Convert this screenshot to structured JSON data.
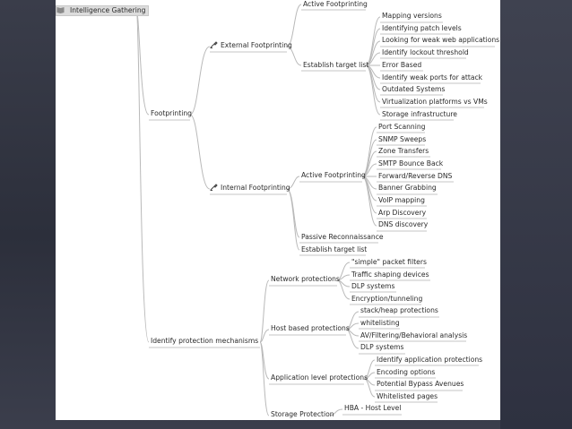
{
  "mindmap": {
    "root": "Intelligence Gathering",
    "footprinting": {
      "label": "Footprinting",
      "external": {
        "label": "External Footprinting",
        "active": "Active Footprinting",
        "establish": "Establish target list",
        "items": [
          "Mapping versions",
          "Identifying patch levels",
          "Looking for weak web applications",
          "Identify lockout threshold",
          "Error Based",
          "Identify weak ports for attack",
          "Outdated Systems",
          "Virtualization platforms vs VMs",
          "Storage infrastructure"
        ]
      },
      "internal": {
        "label": "Internal Footprinting",
        "active": "Active Footprinting",
        "items": [
          "Port Scanning",
          "SNMP Sweeps",
          "Zone Transfers",
          "SMTP Bounce Back",
          "Forward/Reverse DNS",
          "Banner Grabbing",
          "VoIP mapping",
          "Arp Discovery",
          "DNS discovery"
        ],
        "passive": "Passive Reconnaissance",
        "establish": "Establish target list"
      }
    },
    "protection": {
      "label": "Identify protection mechanisms",
      "network": {
        "label": "Network protections",
        "items": [
          "\"simple\" packet filters",
          "Traffic shaping devices",
          "DLP systems",
          "Encryption/tunneling"
        ]
      },
      "host": {
        "label": "Host based protections",
        "items": [
          "stack/heap protections",
          "whitelisting",
          "AV/Filtering/Behavioral analysis",
          "DLP systems"
        ]
      },
      "application": {
        "label": "Application level protections",
        "items": [
          "Identify application protections",
          "Encoding options",
          "Potential Bypass Avenues",
          "Whitelisted pages"
        ]
      },
      "storage": {
        "label": "Storage Protection",
        "items": [
          "HBA - Host Level"
        ]
      }
    }
  }
}
